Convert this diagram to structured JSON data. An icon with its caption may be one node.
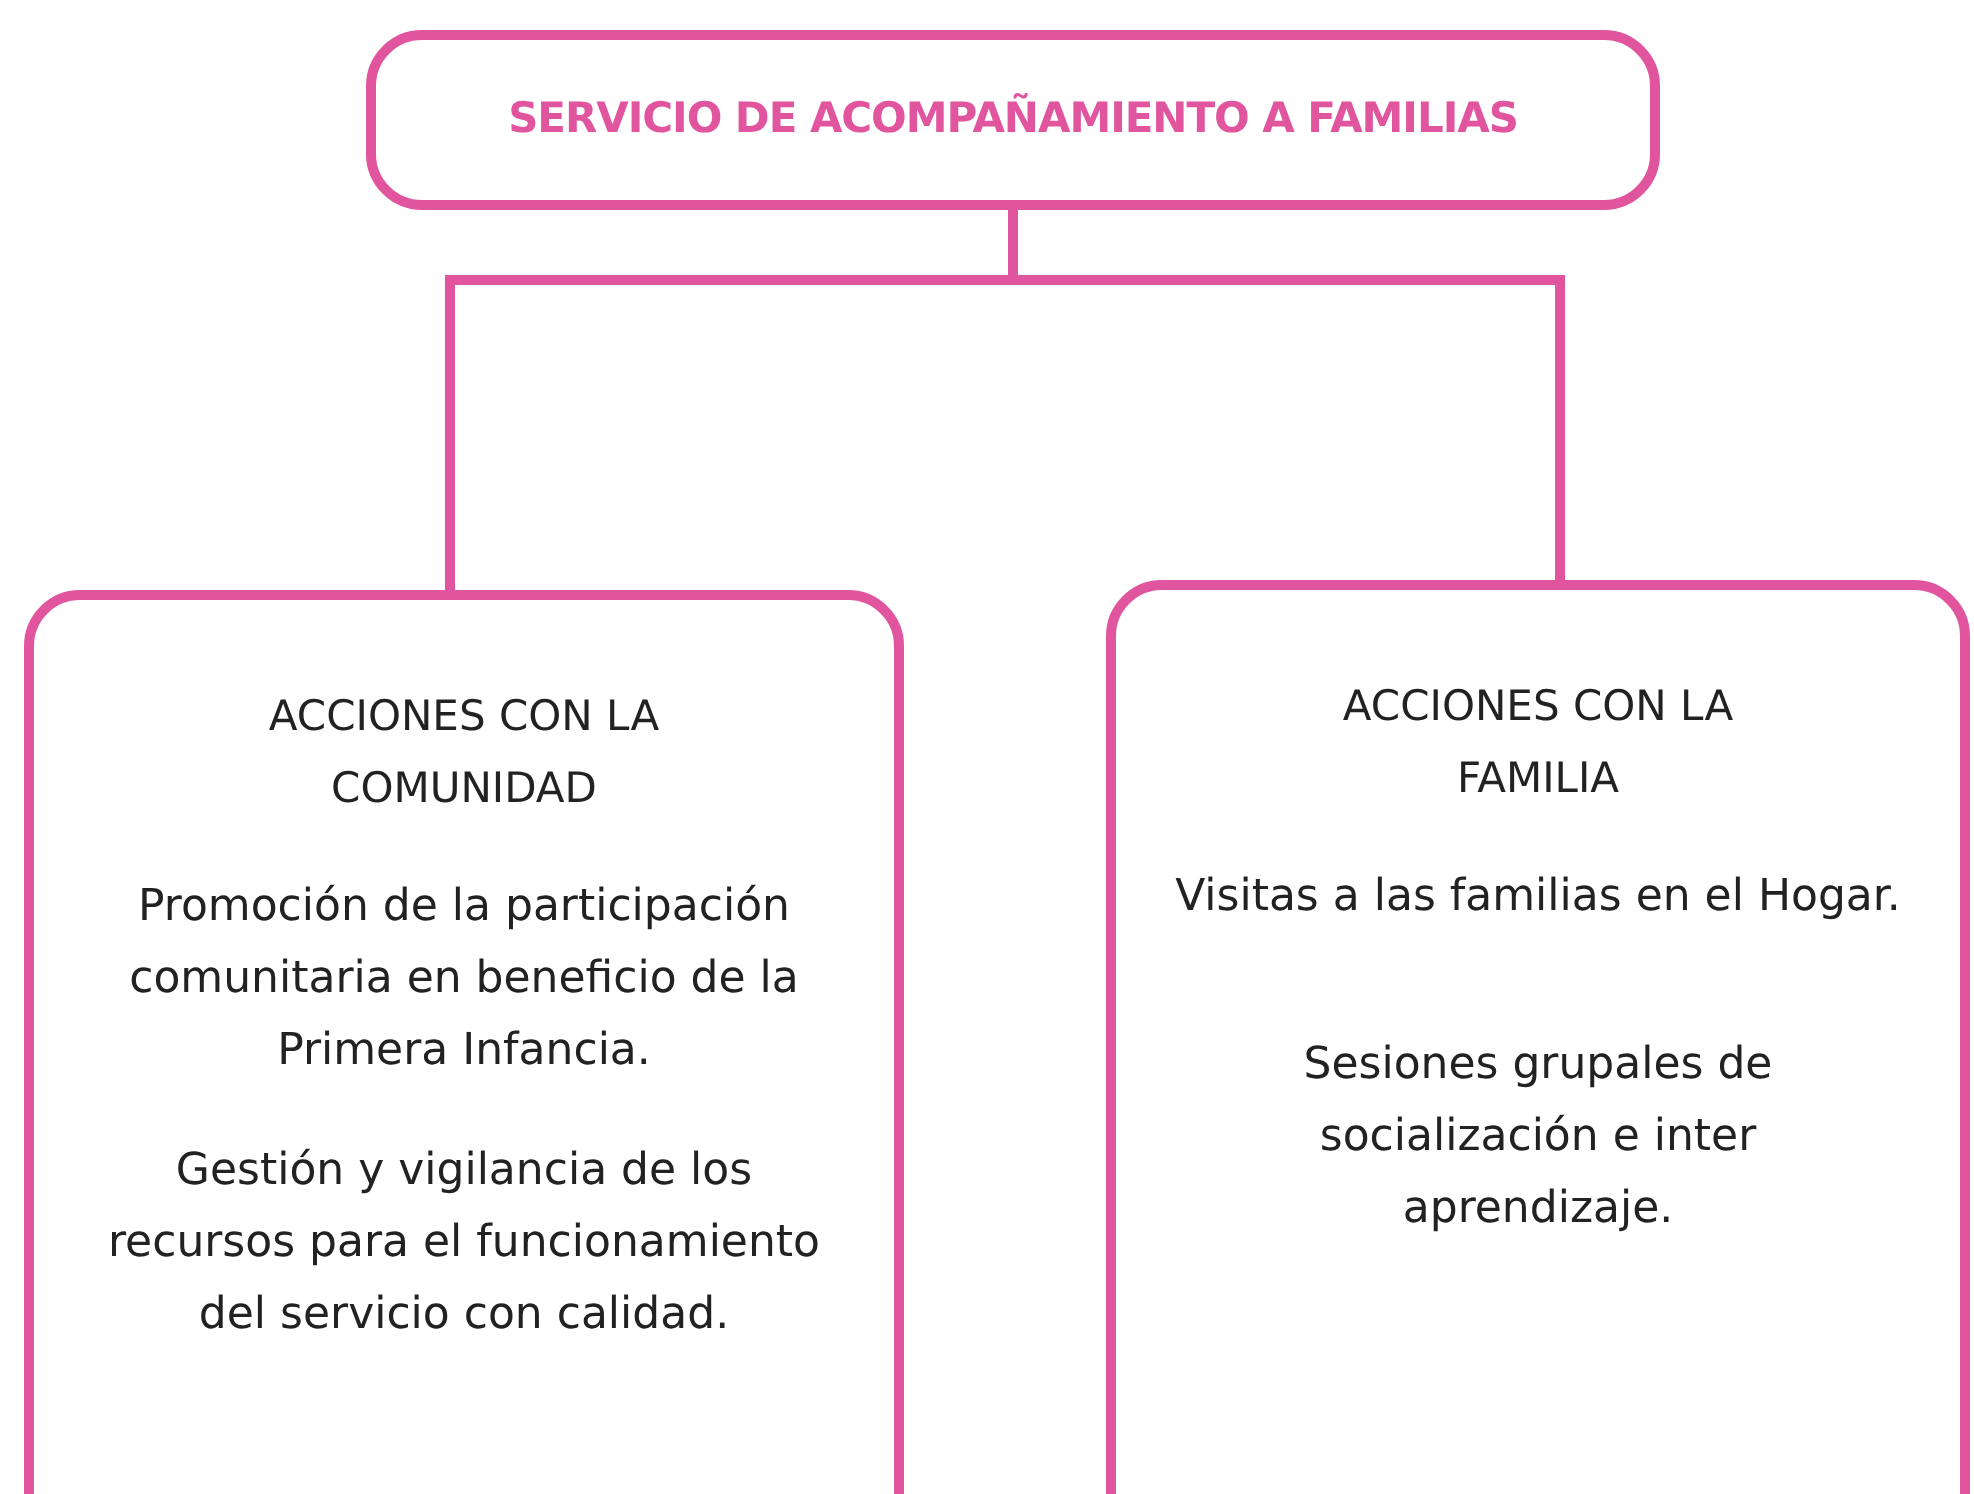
{
  "diagram": {
    "nodes": [
      {
        "text": [
          "SERVICIO DE ACOMPAÑAMIENTO A FAMILIAS"
        ]
      },
      {
        "text": [
          "ACCIONES CON LA COMUNIDAD",
          "Promoción de la participación comunitaria en beneficio de la Primera Infancia.",
          "Gestión y vigilancia de los recursos para el funcionamiento del servicio con calidad."
        ]
      },
      {
        "text": [
          "ACCIONES CON LA FAMILIA",
          "Visitas a las familias en el Hogar.",
          "Sesiones grupales de socialización e inter aprendizaje."
        ]
      }
    ],
    "edges": [
      {
        "from": 0,
        "to": 1,
        "arrow": "none",
        "color": "#e0559e"
      },
      {
        "from": 0,
        "to": 2,
        "arrow": "none",
        "color": "#e0559e"
      }
    ]
  }
}
